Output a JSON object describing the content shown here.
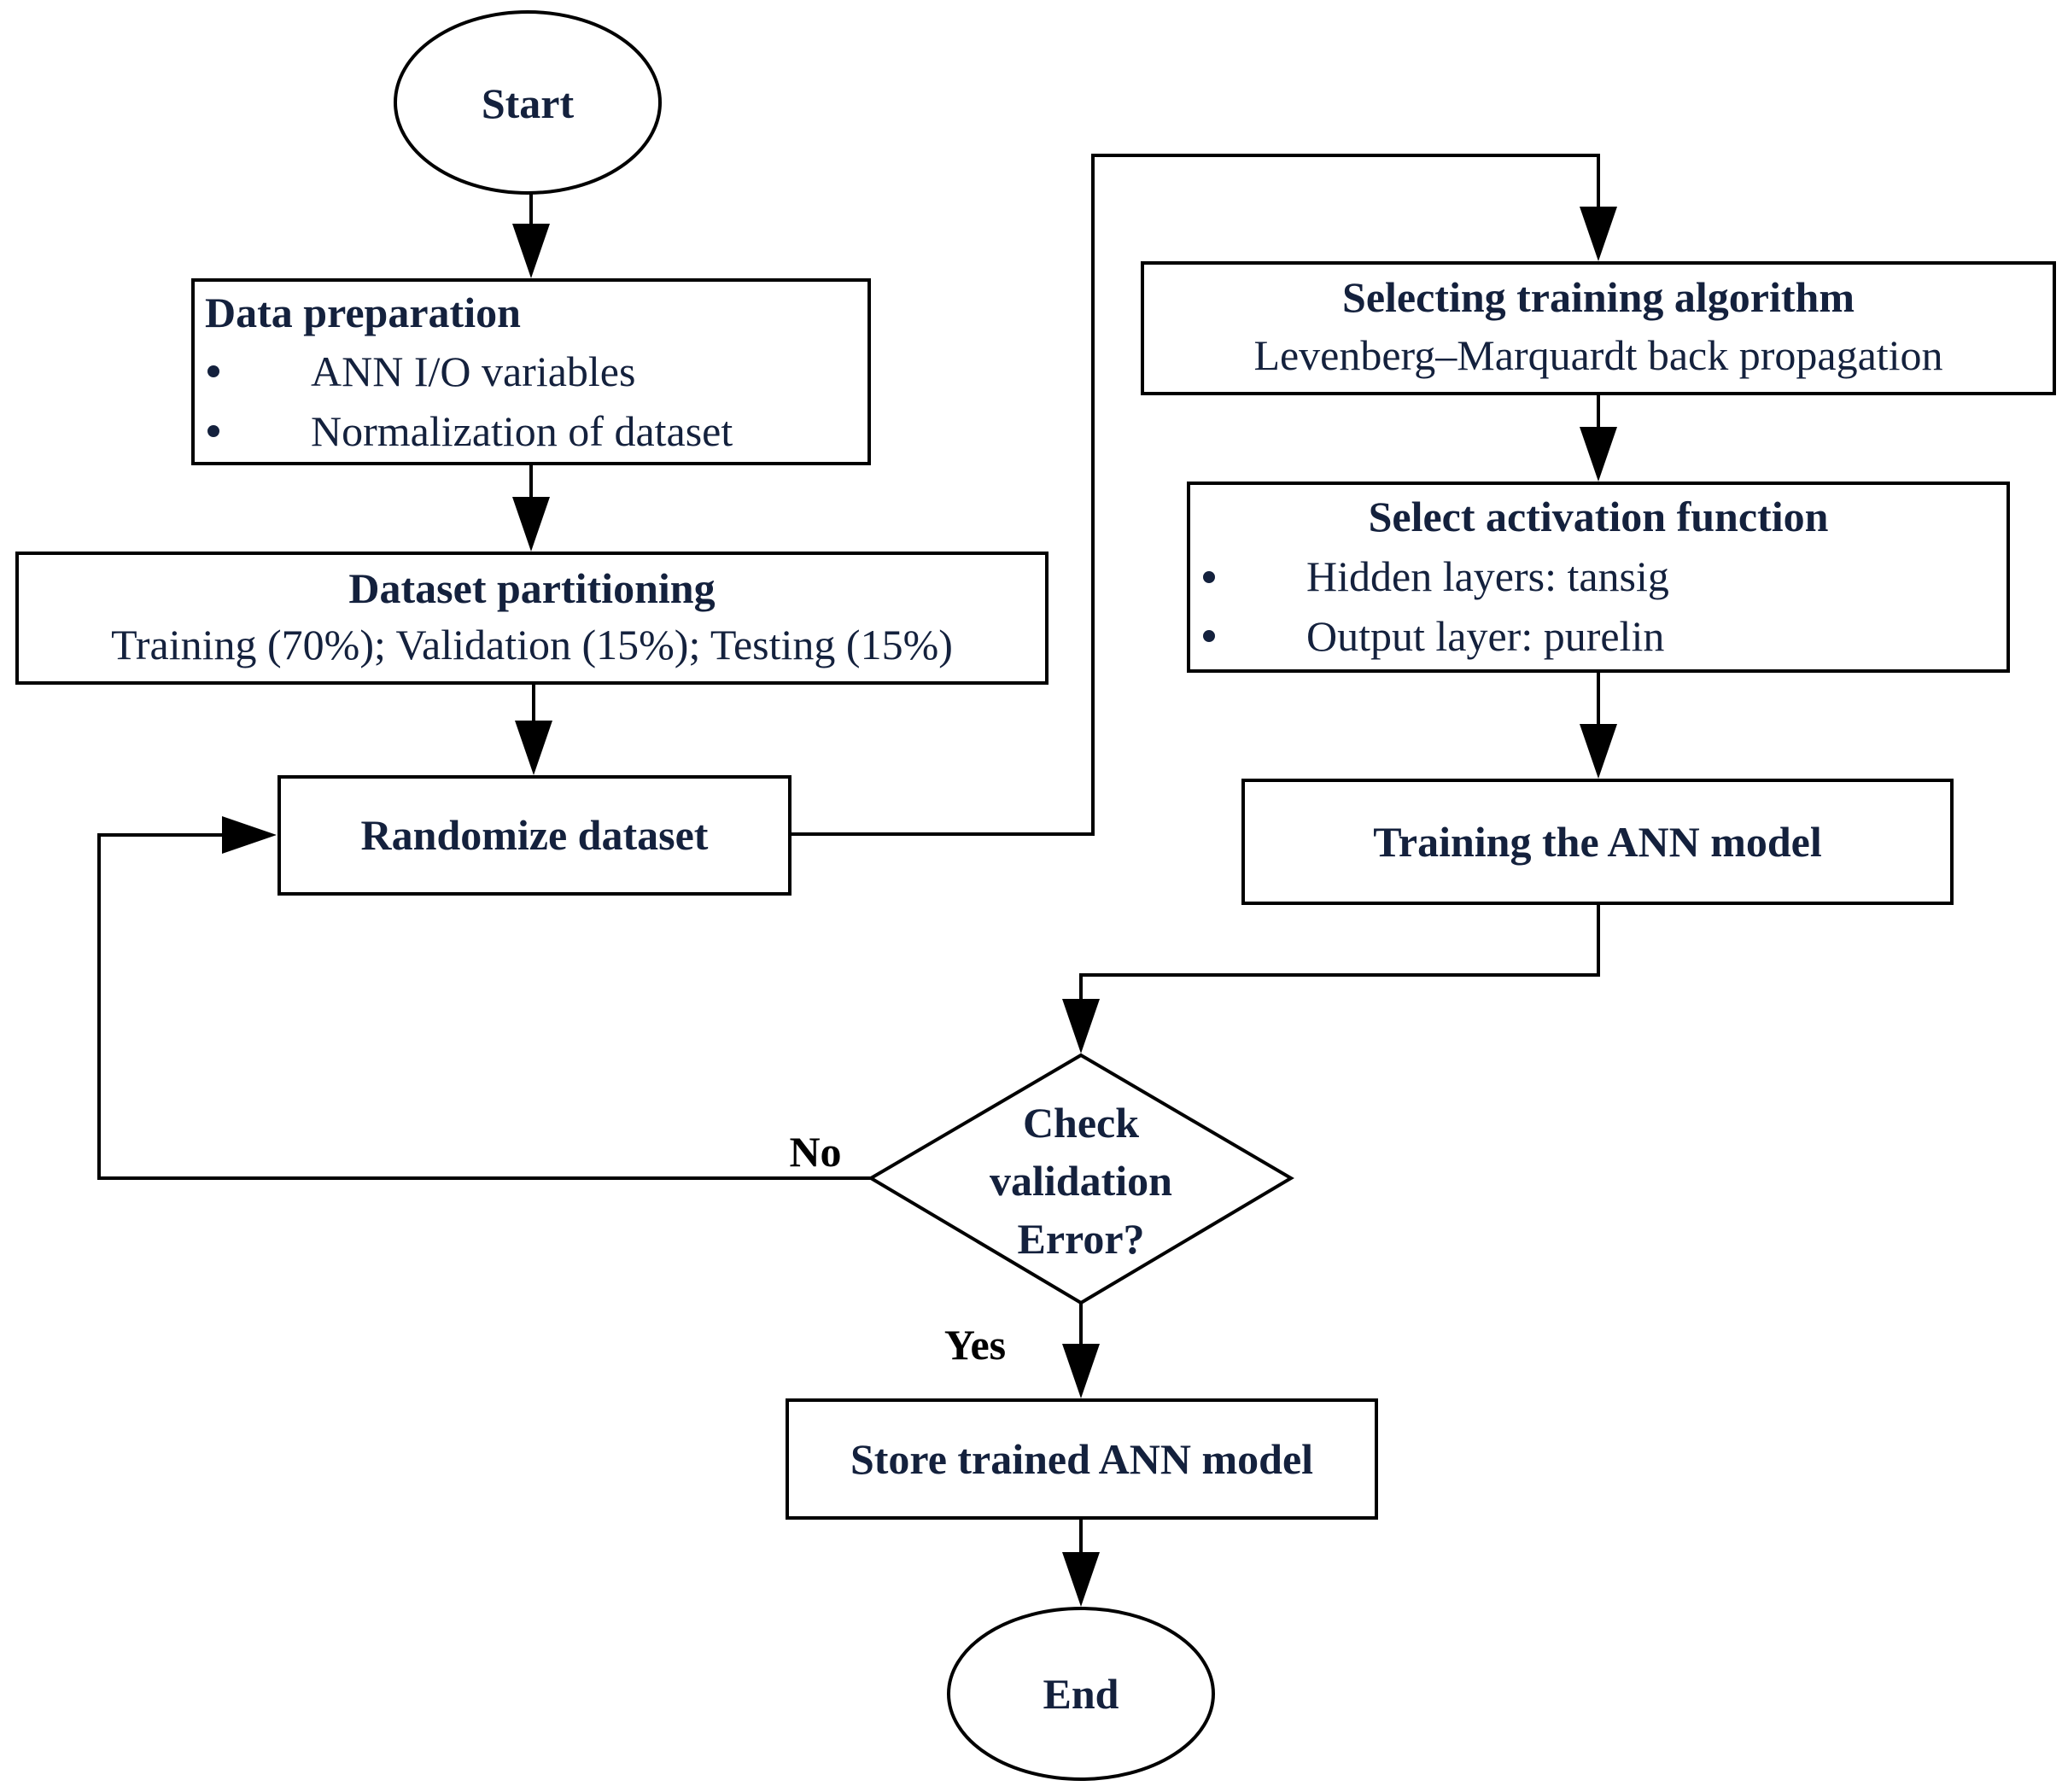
{
  "flowchart": {
    "start": {
      "label": "Start"
    },
    "data_preparation": {
      "title": "Data preparation",
      "items": [
        "ANN I/O variables",
        "Normalization of dataset"
      ]
    },
    "dataset_partitioning": {
      "title": "Dataset partitioning",
      "detail": "Training (70%); Validation (15%); Testing (15%)"
    },
    "randomize": {
      "label": "Randomize dataset"
    },
    "training_algorithm": {
      "title": "Selecting training algorithm",
      "detail": "Levenberg–Marquardt back propagation"
    },
    "activation_function": {
      "title": "Select activation function",
      "items": [
        "Hidden layers: tansig",
        "Output layer: purelin"
      ]
    },
    "training": {
      "label": "Training the ANN model"
    },
    "decision": {
      "lines": [
        "Check",
        "validation",
        "Error?"
      ]
    },
    "edge_labels": {
      "no": "No",
      "yes": "Yes"
    },
    "store": {
      "label": "Store trained ANN model"
    },
    "end": {
      "label": "End"
    }
  }
}
